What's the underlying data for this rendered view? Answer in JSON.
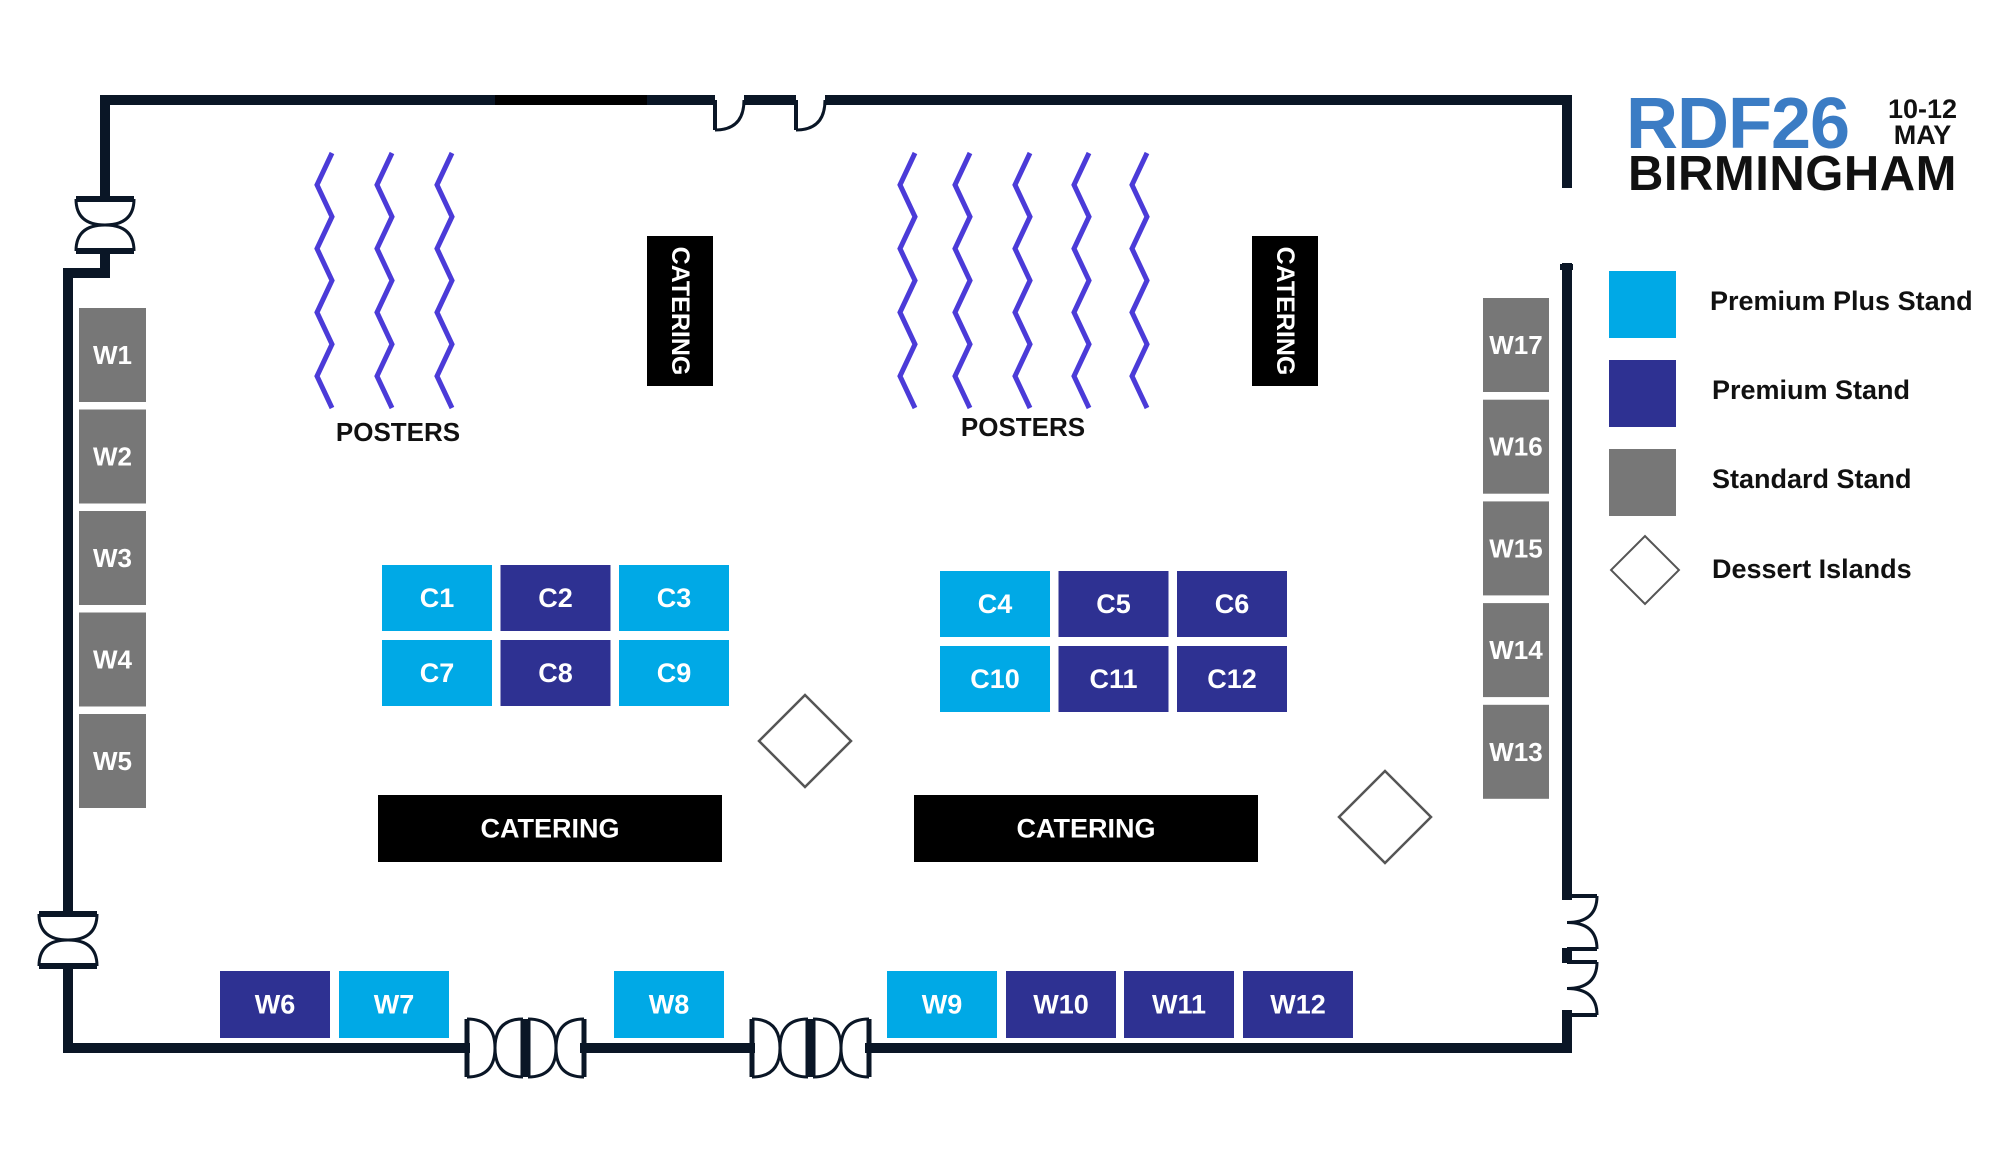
{
  "event": {
    "name": "RDF26",
    "dates_line1": "10-12",
    "dates_line2": "MAY",
    "city": "BIRMINGHAM"
  },
  "colors": {
    "premium_plus": "#00A9E6",
    "premium": "#2E3192",
    "standard": "#777777",
    "catering": "#000000",
    "posters": "#4B3BD8",
    "wall": "#0A1626",
    "logo_blue": "#3B7CC4"
  },
  "legend": [
    {
      "type": "premium_plus",
      "label": "Premium Plus Stand"
    },
    {
      "type": "premium",
      "label": "Premium Stand"
    },
    {
      "type": "standard",
      "label": "Standard Stand"
    },
    {
      "type": "dessert",
      "label": "Dessert Islands"
    }
  ],
  "stands": {
    "wall_left": [
      {
        "id": "W1",
        "type": "standard"
      },
      {
        "id": "W2",
        "type": "standard"
      },
      {
        "id": "W3",
        "type": "standard"
      },
      {
        "id": "W4",
        "type": "standard"
      },
      {
        "id": "W5",
        "type": "standard"
      }
    ],
    "wall_bottom": [
      {
        "id": "W6",
        "type": "premium"
      },
      {
        "id": "W7",
        "type": "premium_plus"
      },
      {
        "id": "W8",
        "type": "premium_plus"
      },
      {
        "id": "W9",
        "type": "premium_plus"
      },
      {
        "id": "W10",
        "type": "premium"
      },
      {
        "id": "W11",
        "type": "premium"
      },
      {
        "id": "W12",
        "type": "premium"
      }
    ],
    "wall_right": [
      {
        "id": "W17",
        "type": "standard"
      },
      {
        "id": "W16",
        "type": "standard"
      },
      {
        "id": "W15",
        "type": "standard"
      },
      {
        "id": "W14",
        "type": "standard"
      },
      {
        "id": "W13",
        "type": "standard"
      }
    ],
    "center_left": [
      {
        "id": "C1",
        "type": "premium_plus"
      },
      {
        "id": "C2",
        "type": "premium"
      },
      {
        "id": "C3",
        "type": "premium_plus"
      },
      {
        "id": "C7",
        "type": "premium_plus"
      },
      {
        "id": "C8",
        "type": "premium"
      },
      {
        "id": "C9",
        "type": "premium_plus"
      }
    ],
    "center_right": [
      {
        "id": "C4",
        "type": "premium_plus"
      },
      {
        "id": "C5",
        "type": "premium"
      },
      {
        "id": "C6",
        "type": "premium"
      },
      {
        "id": "C10",
        "type": "premium_plus"
      },
      {
        "id": "C11",
        "type": "premium"
      },
      {
        "id": "C12",
        "type": "premium"
      }
    ]
  },
  "catering": {
    "label": "CATERING",
    "areas": [
      {
        "name": "catering-vertical-left",
        "orientation": "vertical"
      },
      {
        "name": "catering-vertical-right",
        "orientation": "vertical"
      },
      {
        "name": "catering-horizontal-left",
        "orientation": "horizontal"
      },
      {
        "name": "catering-horizontal-right",
        "orientation": "horizontal"
      }
    ]
  },
  "posters": {
    "label": "POSTERS",
    "groups": [
      {
        "name": "posters-left",
        "boards": 3
      },
      {
        "name": "posters-right",
        "boards": 5
      }
    ]
  },
  "dessert_islands": {
    "count": 2
  }
}
